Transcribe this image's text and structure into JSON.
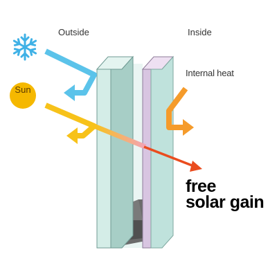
{
  "labels": {
    "outside": "Outside",
    "inside": "Inside",
    "internal_heat": "Internal heat",
    "sun": "Sun",
    "free": "free",
    "solar_gain": "solar gain"
  },
  "icons": [
    "snowflake-icon",
    "sun-icon"
  ],
  "colors": {
    "cold_arrow": "#5bc3ea",
    "sun": "#f5b800",
    "sun_arrow": "#f7c21a",
    "heat_arrow": "#f59b2b",
    "solar_gain_arrow": "#ea4c1e",
    "outer_glass": "#cde9e3",
    "inner_glass": "#d9c8e2",
    "spacer": "#595959"
  }
}
